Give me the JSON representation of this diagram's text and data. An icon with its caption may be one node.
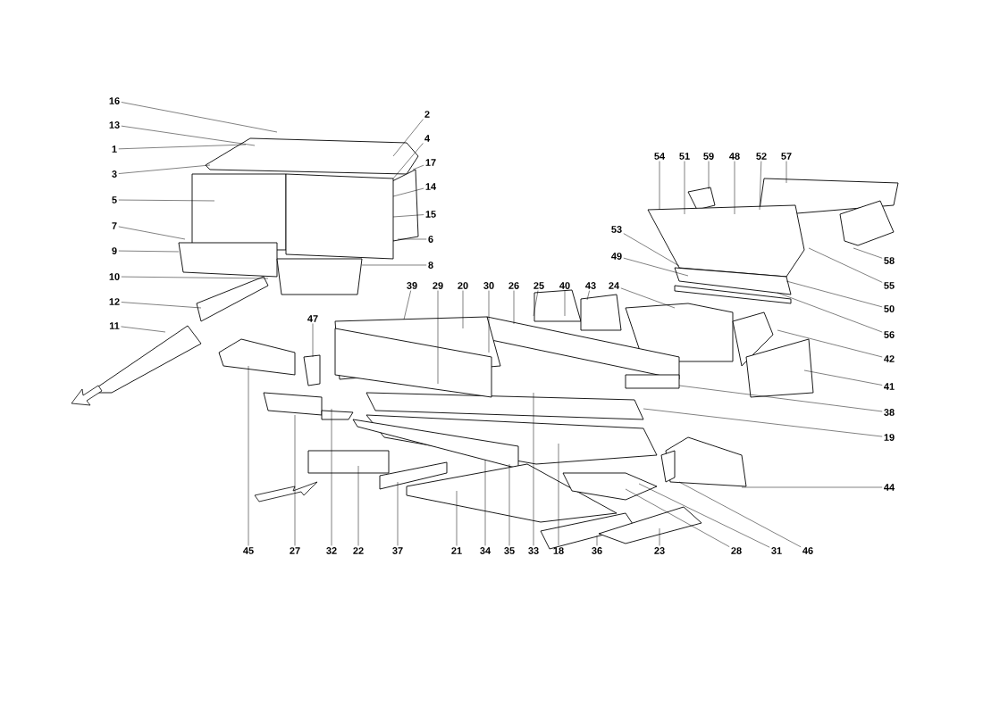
{
  "diagram": {
    "nodes": [
      {
        "text": [
          "16"
        ]
      },
      {
        "text": [
          "13"
        ]
      },
      {
        "text": [
          "1"
        ]
      },
      {
        "text": [
          "3"
        ]
      },
      {
        "text": [
          "5"
        ]
      },
      {
        "text": [
          "7"
        ]
      },
      {
        "text": [
          "9"
        ]
      },
      {
        "text": [
          "10"
        ]
      },
      {
        "text": [
          "12"
        ]
      },
      {
        "text": [
          "11"
        ]
      },
      {
        "text": [
          "2"
        ]
      },
      {
        "text": [
          "4"
        ]
      },
      {
        "text": [
          "17"
        ]
      },
      {
        "text": [
          "14"
        ]
      },
      {
        "text": [
          "15"
        ]
      },
      {
        "text": [
          "6"
        ]
      },
      {
        "text": [
          "8"
        ]
      },
      {
        "text": [
          "54"
        ]
      },
      {
        "text": [
          "51"
        ]
      },
      {
        "text": [
          "59"
        ]
      },
      {
        "text": [
          "48"
        ]
      },
      {
        "text": [
          "52"
        ]
      },
      {
        "text": [
          "57"
        ]
      },
      {
        "text": [
          "53"
        ]
      },
      {
        "text": [
          "49"
        ]
      },
      {
        "text": [
          "58"
        ]
      },
      {
        "text": [
          "55"
        ]
      },
      {
        "text": [
          "50"
        ]
      },
      {
        "text": [
          "56"
        ]
      },
      {
        "text": [
          "42"
        ]
      },
      {
        "text": [
          "41"
        ]
      },
      {
        "text": [
          "38"
        ]
      },
      {
        "text": [
          "19"
        ]
      },
      {
        "text": [
          "44"
        ]
      },
      {
        "text": [
          "39"
        ]
      },
      {
        "text": [
          "29"
        ]
      },
      {
        "text": [
          "20"
        ]
      },
      {
        "text": [
          "30"
        ]
      },
      {
        "text": [
          "26"
        ]
      },
      {
        "text": [
          "25"
        ]
      },
      {
        "text": [
          "40"
        ]
      },
      {
        "text": [
          "43"
        ]
      },
      {
        "text": [
          "24"
        ]
      },
      {
        "text": [
          "47"
        ]
      },
      {
        "text": [
          "45"
        ]
      },
      {
        "text": [
          "27"
        ]
      },
      {
        "text": [
          "32"
        ]
      },
      {
        "text": [
          "22"
        ]
      },
      {
        "text": [
          "37"
        ]
      },
      {
        "text": [
          "21"
        ]
      },
      {
        "text": [
          "34"
        ]
      },
      {
        "text": [
          "35"
        ]
      },
      {
        "text": [
          "33"
        ]
      },
      {
        "text": [
          "18"
        ]
      },
      {
        "text": [
          "36"
        ]
      },
      {
        "text": [
          "23"
        ]
      },
      {
        "text": [
          "28"
        ]
      },
      {
        "text": [
          "31"
        ]
      },
      {
        "text": [
          "46"
        ]
      }
    ],
    "edges": [
      {
        "from": 0,
        "to": null,
        "arrow": "none"
      },
      {
        "from": 1,
        "to": null,
        "arrow": "none"
      },
      {
        "from": 2,
        "to": null,
        "arrow": "none"
      },
      {
        "from": 3,
        "to": null,
        "arrow": "none"
      },
      {
        "from": 4,
        "to": null,
        "arrow": "none"
      },
      {
        "from": 5,
        "to": null,
        "arrow": "none"
      },
      {
        "from": 6,
        "to": null,
        "arrow": "none"
      },
      {
        "from": 7,
        "to": null,
        "arrow": "none"
      },
      {
        "from": 8,
        "to": null,
        "arrow": "none"
      },
      {
        "from": 9,
        "to": null,
        "arrow": "none"
      },
      {
        "from": 10,
        "to": null,
        "arrow": "none"
      },
      {
        "from": 11,
        "to": null,
        "arrow": "none"
      },
      {
        "from": 12,
        "to": null,
        "arrow": "none"
      },
      {
        "from": 13,
        "to": null,
        "arrow": "none"
      },
      {
        "from": 14,
        "to": null,
        "arrow": "none"
      },
      {
        "from": 15,
        "to": null,
        "arrow": "none"
      },
      {
        "from": 16,
        "to": null,
        "arrow": "none"
      },
      {
        "from": 17,
        "to": null,
        "arrow": "none"
      },
      {
        "from": 18,
        "to": null,
        "arrow": "none"
      },
      {
        "from": 19,
        "to": null,
        "arrow": "none"
      },
      {
        "from": 20,
        "to": null,
        "arrow": "none"
      },
      {
        "from": 21,
        "to": null,
        "arrow": "none"
      },
      {
        "from": 22,
        "to": null,
        "arrow": "none"
      },
      {
        "from": 23,
        "to": null,
        "arrow": "none"
      },
      {
        "from": 24,
        "to": null,
        "arrow": "none"
      },
      {
        "from": 25,
        "to": null,
        "arrow": "none"
      },
      {
        "from": 26,
        "to": null,
        "arrow": "none"
      },
      {
        "from": 27,
        "to": null,
        "arrow": "none"
      },
      {
        "from": 28,
        "to": null,
        "arrow": "none"
      },
      {
        "from": 29,
        "to": null,
        "arrow": "none"
      },
      {
        "from": 30,
        "to": null,
        "arrow": "none"
      },
      {
        "from": 31,
        "to": null,
        "arrow": "none"
      },
      {
        "from": 32,
        "to": null,
        "arrow": "none"
      },
      {
        "from": 33,
        "to": null,
        "arrow": "none"
      },
      {
        "from": 34,
        "to": null,
        "arrow": "none"
      },
      {
        "from": 35,
        "to": null,
        "arrow": "none"
      },
      {
        "from": 36,
        "to": null,
        "arrow": "none"
      },
      {
        "from": 37,
        "to": null,
        "arrow": "none"
      },
      {
        "from": 38,
        "to": null,
        "arrow": "none"
      },
      {
        "from": 39,
        "to": null,
        "arrow": "none"
      },
      {
        "from": 40,
        "to": null,
        "arrow": "none"
      },
      {
        "from": 41,
        "to": null,
        "arrow": "none"
      },
      {
        "from": 42,
        "to": null,
        "arrow": "none"
      },
      {
        "from": 43,
        "to": null,
        "arrow": "none"
      },
      {
        "from": 44,
        "to": null,
        "arrow": "none"
      },
      {
        "from": 45,
        "to": null,
        "arrow": "none"
      },
      {
        "from": 46,
        "to": null,
        "arrow": "none"
      },
      {
        "from": 47,
        "to": null,
        "arrow": "none"
      },
      {
        "from": 48,
        "to": null,
        "arrow": "none"
      },
      {
        "from": 49,
        "to": null,
        "arrow": "none"
      },
      {
        "from": 50,
        "to": null,
        "arrow": "none"
      },
      {
        "from": 51,
        "to": null,
        "arrow": "none"
      },
      {
        "from": 52,
        "to": null,
        "arrow": "none"
      },
      {
        "from": 53,
        "to": null,
        "arrow": "none"
      },
      {
        "from": 54,
        "to": null,
        "arrow": "none"
      },
      {
        "from": 55,
        "to": null,
        "arrow": "none"
      },
      {
        "from": 56,
        "to": null,
        "arrow": "none"
      },
      {
        "from": 57,
        "to": null,
        "arrow": "none"
      },
      {
        "from": 58,
        "to": null,
        "arrow": "none"
      }
    ]
  }
}
